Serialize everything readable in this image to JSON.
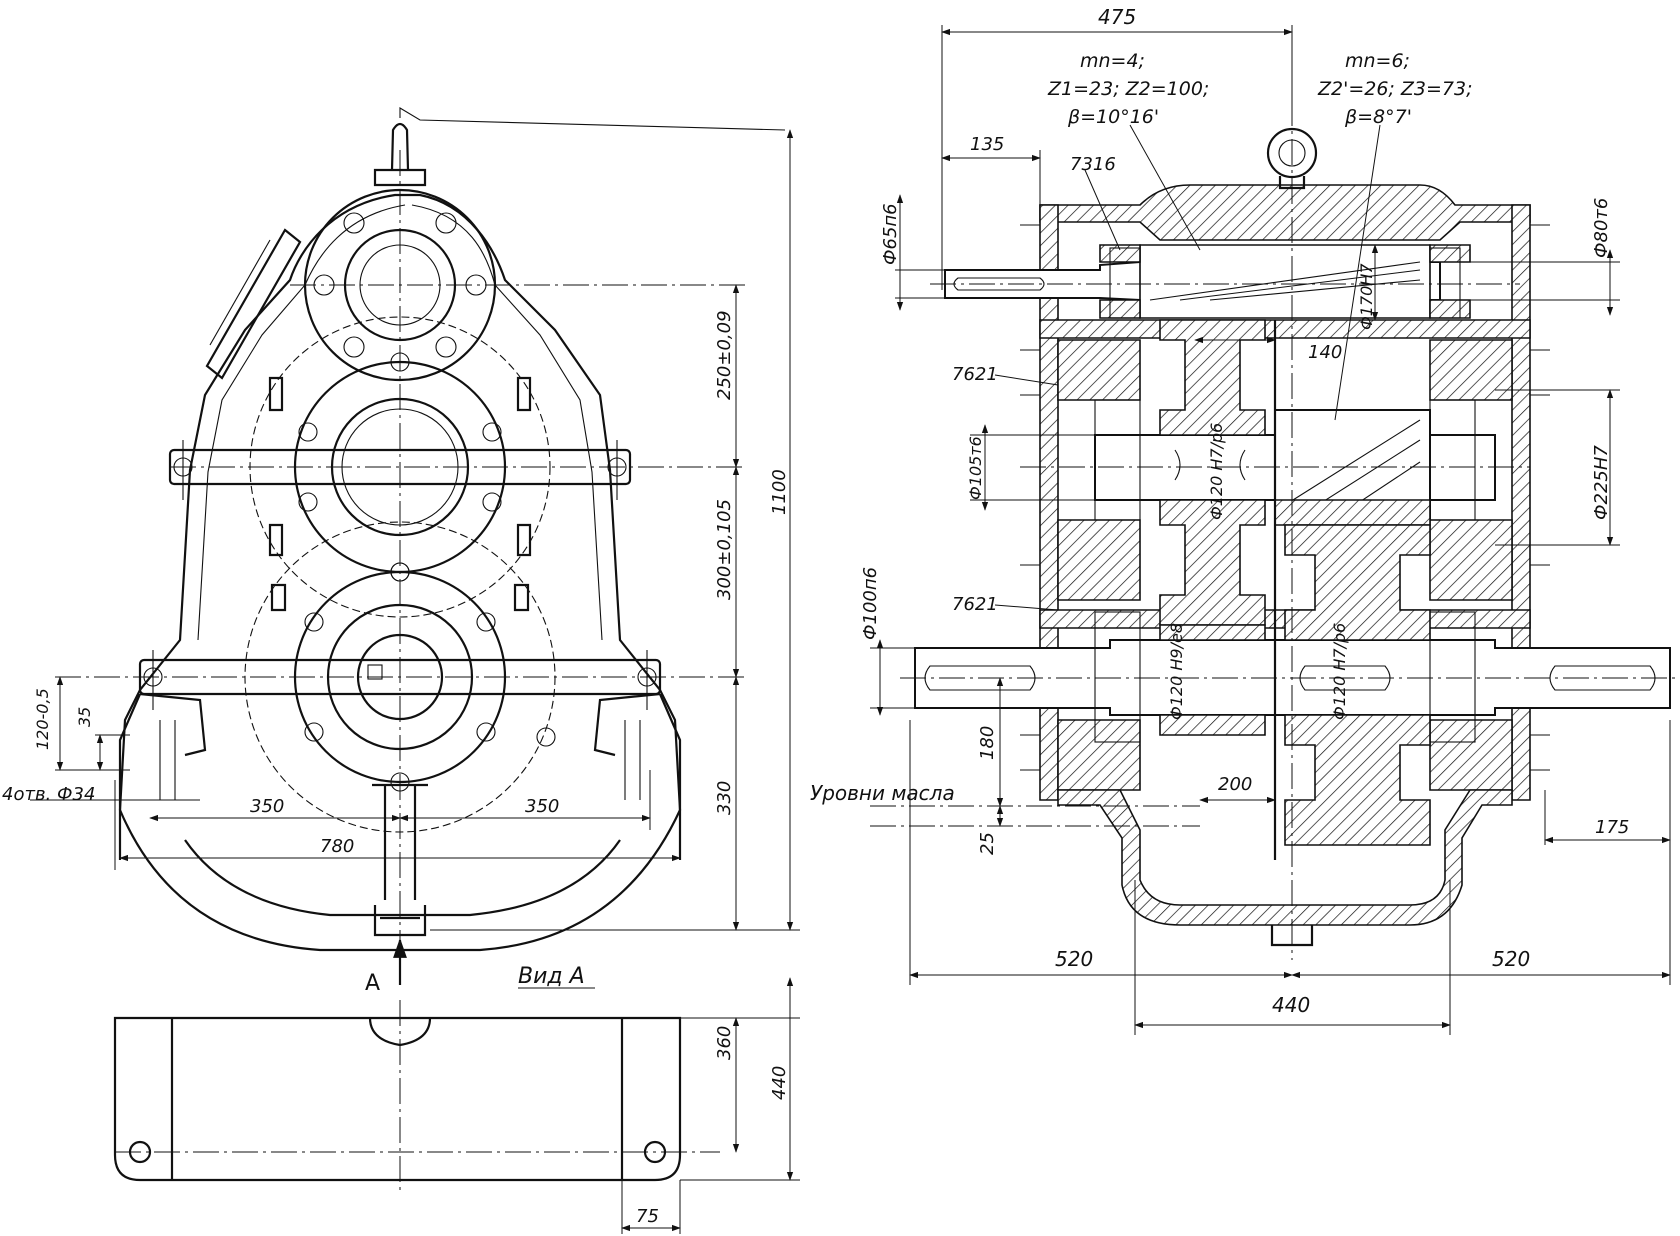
{
  "left_view": {
    "dims": {
      "center_dist_1": "250±0,09",
      "center_dist_2": "300±0,105",
      "height_total": "1100",
      "height_base": "330",
      "foot_height": "120-0,5",
      "foot_35": "35",
      "holes": "4отв. Ф34",
      "half_span_left": "350",
      "half_span_right": "350",
      "total_span": "780"
    },
    "view_arrow_label": "A"
  },
  "view_a": {
    "title": "Вид А",
    "dims": {
      "d360": "360",
      "d440": "440",
      "d75": "75"
    }
  },
  "right_view": {
    "gear_stage_1": {
      "line1": "mn=4;",
      "line2": "Z1=23; Z2=100;",
      "line3": "β=10°16'"
    },
    "gear_stage_2": {
      "line1": "mn=6;",
      "line2": "Z2'=26; Z3=73;",
      "line3": "β=8°7'"
    },
    "dims": {
      "d475": "475",
      "d135": "135",
      "bearing_top": "7316",
      "phi65": "Ф65п6",
      "phi80": "Ф80т6",
      "phi170": "Ф170Н7",
      "d140": "140",
      "bearing_mid": "7621",
      "phi105": "Ф105т6",
      "phi120_mid": "Ф120 Н7/р6",
      "phi225": "Ф225Н7",
      "bearing_low": "7621",
      "phi100": "Ф100п6",
      "phi120_low_a": "Ф120 Н9/е8",
      "phi120_low_b": "Ф120 Н7/р6",
      "d180": "180",
      "oil_level": "Уровни масла",
      "d200": "200",
      "d25": "25",
      "d175": "175",
      "d520_left": "520",
      "d520_right": "520",
      "d440": "440"
    }
  }
}
